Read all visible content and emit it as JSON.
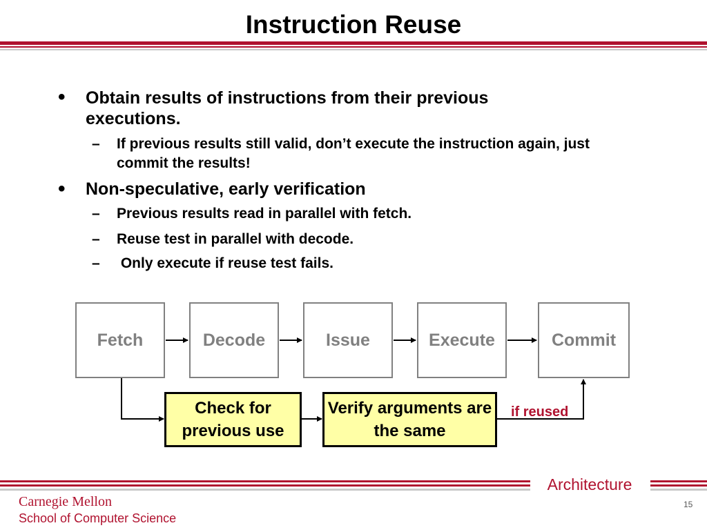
{
  "slide": {
    "title": "Instruction Reuse",
    "bullets": [
      {
        "text": "Obtain results of instructions from their previous executions.",
        "subs": [
          "If previous results still valid, don’t execute the instruction again, just commit the results!"
        ]
      },
      {
        "text": "Non-speculative, early verification",
        "subs": [
          "Previous results read in parallel with fetch.",
          "Reuse test in parallel with decode.",
          " Only execute if reuse test fails."
        ]
      }
    ],
    "bullet_symbol": "•",
    "sub_symbol": "–"
  },
  "diagram": {
    "stages": [
      "Fetch",
      "Decode",
      "Issue",
      "Execute",
      "Commit"
    ],
    "check_box": "Check for previous use",
    "verify_box": "Verify arguments are the same",
    "if_reused_label": "if reused"
  },
  "footer": {
    "section": "Architecture",
    "org_name": "Carnegie Mellon",
    "org_school": "School of Computer Science",
    "page_number": "15"
  },
  "colors": {
    "accent": "#b0122f",
    "stage_gray": "#808080",
    "box_yellow": "#ffffa6"
  }
}
